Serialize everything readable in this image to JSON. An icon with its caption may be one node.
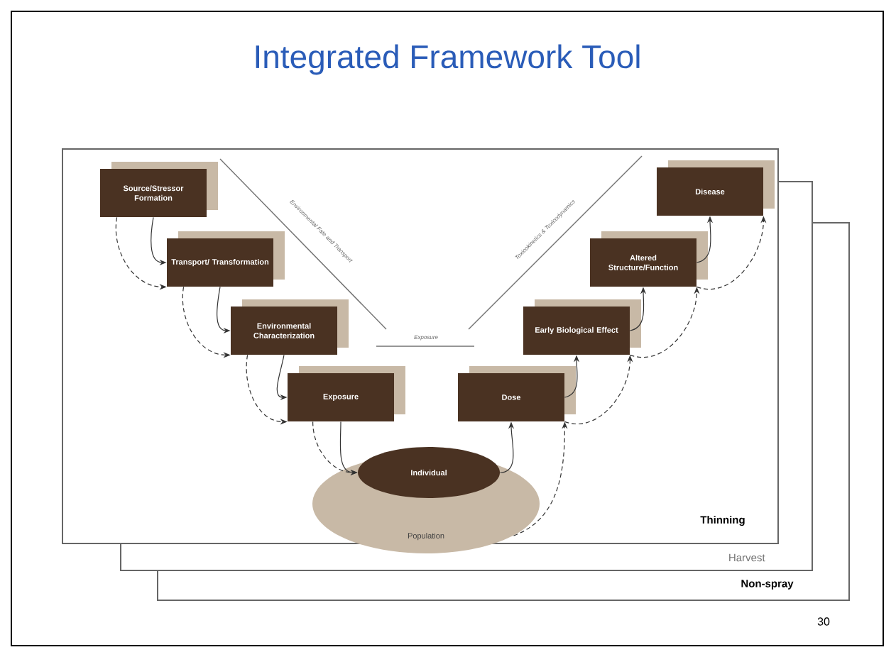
{
  "diagram": {
    "title": "Integrated Framework Tool",
    "nodes": [
      {
        "text": [
          "Source/Stressor Formation"
        ]
      },
      {
        "text": [
          "Transport/ Transformation"
        ]
      },
      {
        "text": [
          "Environmental Characterization"
        ]
      },
      {
        "text": [
          "Exposure"
        ]
      },
      {
        "text": [
          "Population"
        ]
      },
      {
        "text": [
          "Individual"
        ],
        "in": 4
      },
      {
        "text": [
          "Dose"
        ]
      },
      {
        "text": [
          "Early Biological Effect"
        ]
      },
      {
        "text": [
          "Altered Structure/Function"
        ]
      },
      {
        "text": [
          "Disease"
        ]
      }
    ],
    "edges": [
      {
        "from": 0,
        "to": 1,
        "arrow": "to"
      },
      {
        "from": 1,
        "to": 2,
        "arrow": "to"
      },
      {
        "from": 2,
        "to": 3,
        "arrow": "to"
      },
      {
        "from": 3,
        "to": 5,
        "arrow": "to"
      },
      {
        "from": 5,
        "to": 6,
        "arrow": "to"
      },
      {
        "from": 6,
        "to": 7,
        "arrow": "to"
      },
      {
        "from": 7,
        "to": 8,
        "arrow": "to"
      },
      {
        "from": 8,
        "to": 9,
        "arrow": "to"
      },
      {
        "from": 0,
        "to": 1,
        "arrow": "to",
        "style": "dashed"
      },
      {
        "from": 1,
        "to": 2,
        "arrow": "to",
        "style": "dashed"
      },
      {
        "from": 2,
        "to": 3,
        "arrow": "to",
        "style": "dashed"
      },
      {
        "from": 3,
        "to": 5,
        "arrow": "to",
        "style": "dashed"
      },
      {
        "from": 4,
        "to": 6,
        "arrow": "to",
        "style": "dashed"
      },
      {
        "from": 6,
        "to": 7,
        "arrow": "to",
        "style": "dashed"
      },
      {
        "from": 7,
        "to": 8,
        "arrow": "to",
        "style": "dashed"
      },
      {
        "from": 8,
        "to": 9,
        "arrow": "to",
        "style": "dashed"
      }
    ],
    "labels": [
      "Environmental Fate and Transport",
      "Exposure",
      "Toxicokinetics & Toxicodynamics",
      "Thinning",
      "Harvest",
      "Non-spray",
      "30"
    ]
  }
}
